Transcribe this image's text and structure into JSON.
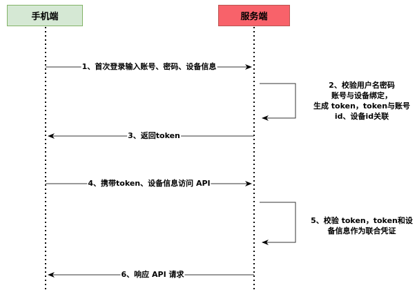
{
  "participants": {
    "client": "手机端",
    "server": "服务端"
  },
  "messages": {
    "m1": "1、首次登录输入账号、密码、设备信息",
    "m3": "3、返回token",
    "m4": "4、携带token、设备信息访问 API",
    "m6": "6、响应 API 请求"
  },
  "notes": {
    "n2": [
      "2、校验用户名密码",
      "账号与设备绑定，",
      "生成 token，token与账号",
      "id、设备id关联"
    ],
    "n5": [
      "5、校验 token，token和设",
      "备信息作为联合凭证"
    ]
  },
  "colors": {
    "client_fill": "#d5e8d4",
    "client_border": "#82b366",
    "server_fill": "#f8626a",
    "server_border": "#b85450",
    "line": "#333333"
  }
}
